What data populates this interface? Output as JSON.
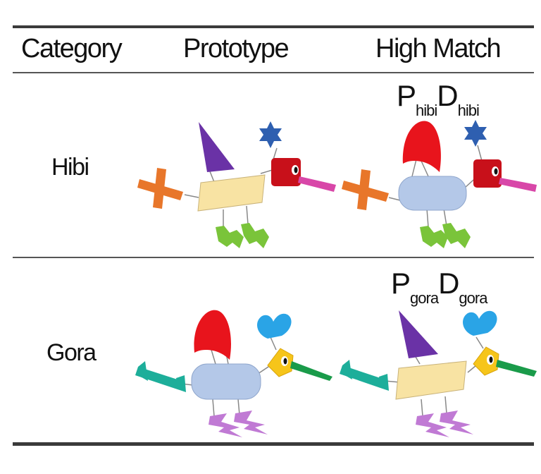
{
  "header": {
    "category": "Category",
    "prototype": "Prototype",
    "high_match": "High Match"
  },
  "rows": [
    {
      "category": "Hibi",
      "formula": {
        "p": "P",
        "p_sub": "hibi",
        "d": "D",
        "d_sub": "hibi"
      }
    },
    {
      "category": "Gora",
      "formula": {
        "p": "P",
        "p_sub": "gora",
        "d": "D",
        "d_sub": "gora"
      }
    }
  ],
  "colors": {
    "rule": "#3a3a3a",
    "purple_hat": "#6a32a6",
    "red_hat": "#e8141c",
    "blue_star": "#2e5fb0",
    "cyan_heart": "#2aa4e6",
    "red_head": "#c8101a",
    "yellow_head": "#f6c51a",
    "pink_beak": "#d847a8",
    "green_beak": "#1a9b4a",
    "orange_cross": "#e8762a",
    "teal_tail": "#1dae9a",
    "tan_body": "#f8e3a3",
    "blue_body": "#b4c8e8",
    "green_legs": "#7ac43a",
    "lilac_legs": "#c07ad4"
  }
}
